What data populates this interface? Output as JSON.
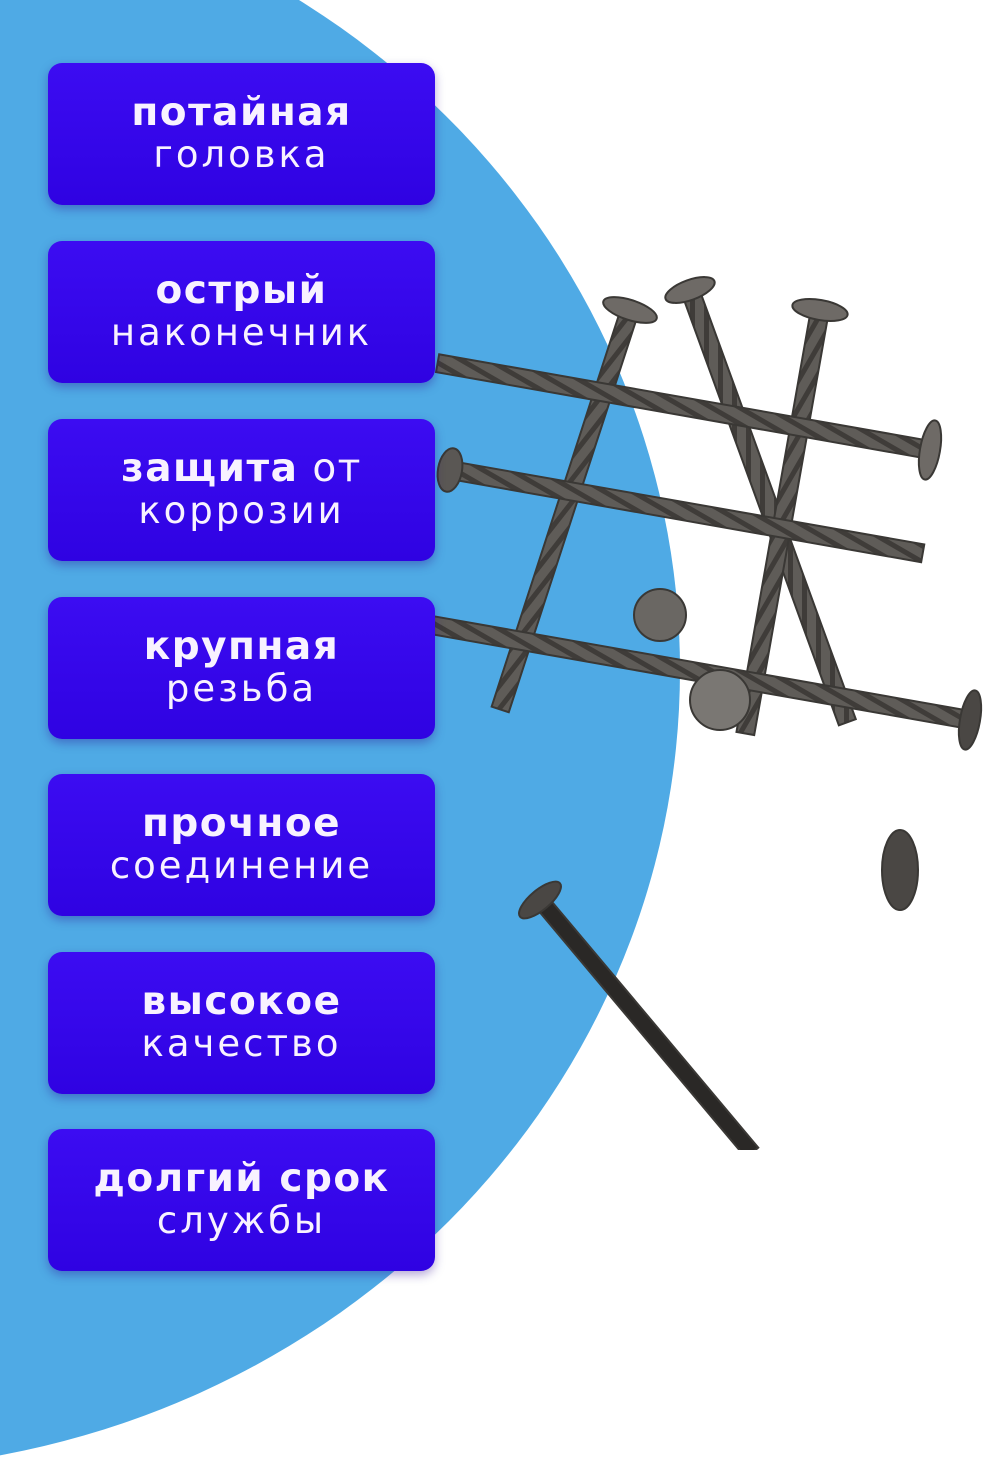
{
  "colors": {
    "background": "#ffffff",
    "accent_blue": "#4faae5",
    "box_fill": "#3406ea",
    "box_text": "#f8f2ff"
  },
  "features": [
    {
      "bold": "потайная",
      "bold_suffix": "",
      "regular": "головка"
    },
    {
      "bold": "острый",
      "bold_suffix": "",
      "regular": "наконечник"
    },
    {
      "bold": "защита",
      "bold_suffix": " от",
      "regular": "коррозии"
    },
    {
      "bold": "крупная",
      "bold_suffix": "",
      "regular": "резьба"
    },
    {
      "bold": "прочное",
      "bold_suffix": "",
      "regular": "соединение"
    },
    {
      "bold": "высокое",
      "bold_suffix": "",
      "regular": "качество"
    },
    {
      "bold": "долгий срок",
      "bold_suffix": "",
      "regular": "службы"
    }
  ],
  "product_image": {
    "icon": "screws-pile-image"
  }
}
